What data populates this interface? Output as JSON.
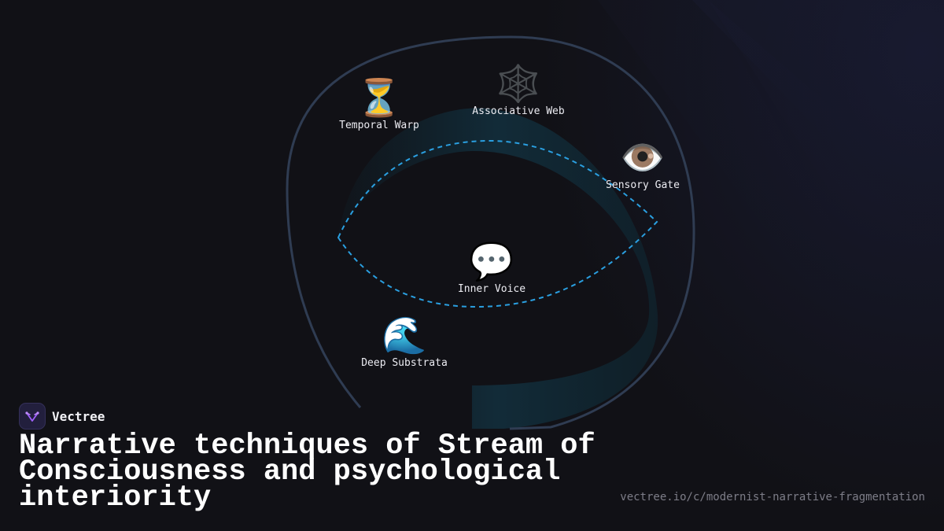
{
  "brand": {
    "name": "Vectree"
  },
  "title": "Narrative techniques of Stream of Consciousness and psychological interiority",
  "url": "vectree.io/c/modernist-narrative-fragmentation",
  "colors": {
    "background": "#111116",
    "outer_loop": "#2f3c52",
    "dashed_loop": "#2a9fe0",
    "band": "#12303e",
    "logo_accent": "#a060ff"
  },
  "nodes": [
    {
      "id": "temporal-warp",
      "emoji": "⏳",
      "icon": "hourglass-icon",
      "label": "Temporal Warp"
    },
    {
      "id": "associative-web",
      "emoji": "🕸️",
      "icon": "spider-web-icon",
      "label": "Associative Web"
    },
    {
      "id": "sensory-gate",
      "emoji": "👁️",
      "icon": "eye-icon",
      "label": "Sensory Gate"
    },
    {
      "id": "inner-voice",
      "emoji": "💬",
      "icon": "speech-bubble-icon",
      "label": "Inner Voice"
    },
    {
      "id": "deep-substrata",
      "emoji": "🌊",
      "icon": "wave-icon",
      "label": "Deep Substrata"
    }
  ]
}
